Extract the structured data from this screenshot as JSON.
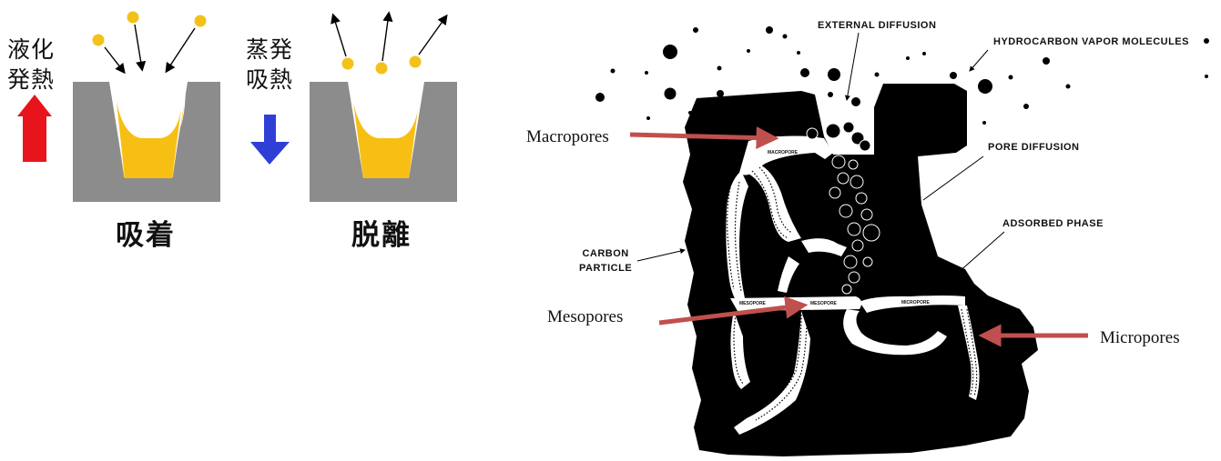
{
  "left_panel": {
    "adsorption": {
      "side_line1": "液化",
      "side_line2": "発熱",
      "caption": "吸着",
      "arrow_color": "#e8141b",
      "arrow_direction": "up"
    },
    "desorption": {
      "side_line1": "蒸発",
      "side_line2": "吸熱",
      "caption": "脱離",
      "arrow_color": "#2f3fd6",
      "arrow_direction": "down"
    },
    "colors": {
      "solid": "#8c8c8c",
      "liquid": "#f7bf14",
      "molecule": "#f2c21b"
    }
  },
  "right_panel": {
    "pointer_labels": {
      "macropores": "Macropores",
      "mesopores": "Mesopores",
      "micropores": "Micropores"
    },
    "annotations": {
      "external_diffusion": "EXTERNAL DIFFUSION",
      "hydrocarbon": "HYDROCARBON VAPOR MOLECULES",
      "pore_diffusion": "PORE DIFFUSION",
      "adsorbed_phase": "ADSORBED PHASE",
      "carbon_particle_1": "CARBON",
      "carbon_particle_2": "PARTICLE"
    },
    "inner_labels": {
      "macropore": "MACROPORE",
      "mesopore_1": "MESOPORE",
      "mesopore_2": "MESOPORE",
      "micropore": "MICROPORE"
    },
    "colors": {
      "pointer_arrow": "#c0504d",
      "particle": "#000000"
    }
  }
}
